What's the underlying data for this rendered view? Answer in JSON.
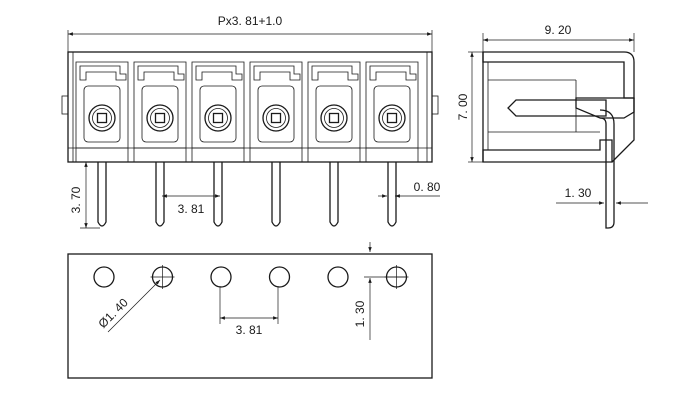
{
  "drawing": {
    "label_total_width": "Px3. 81+1.0",
    "label_side_depth": "9. 20",
    "label_side_height": "7. 00",
    "label_pin_length": "3. 70",
    "label_pin_pitch_front": "3. 81",
    "label_pin_width": "0. 80",
    "label_pin_offset_side": "1. 30",
    "label_hole_diameter": "Ø1. 40",
    "label_hole_pitch": "3. 81",
    "label_hole_offset": "1. 30",
    "pole_count": 6,
    "colors": {
      "line": "#1a1a1a",
      "background": "#ffffff"
    }
  }
}
